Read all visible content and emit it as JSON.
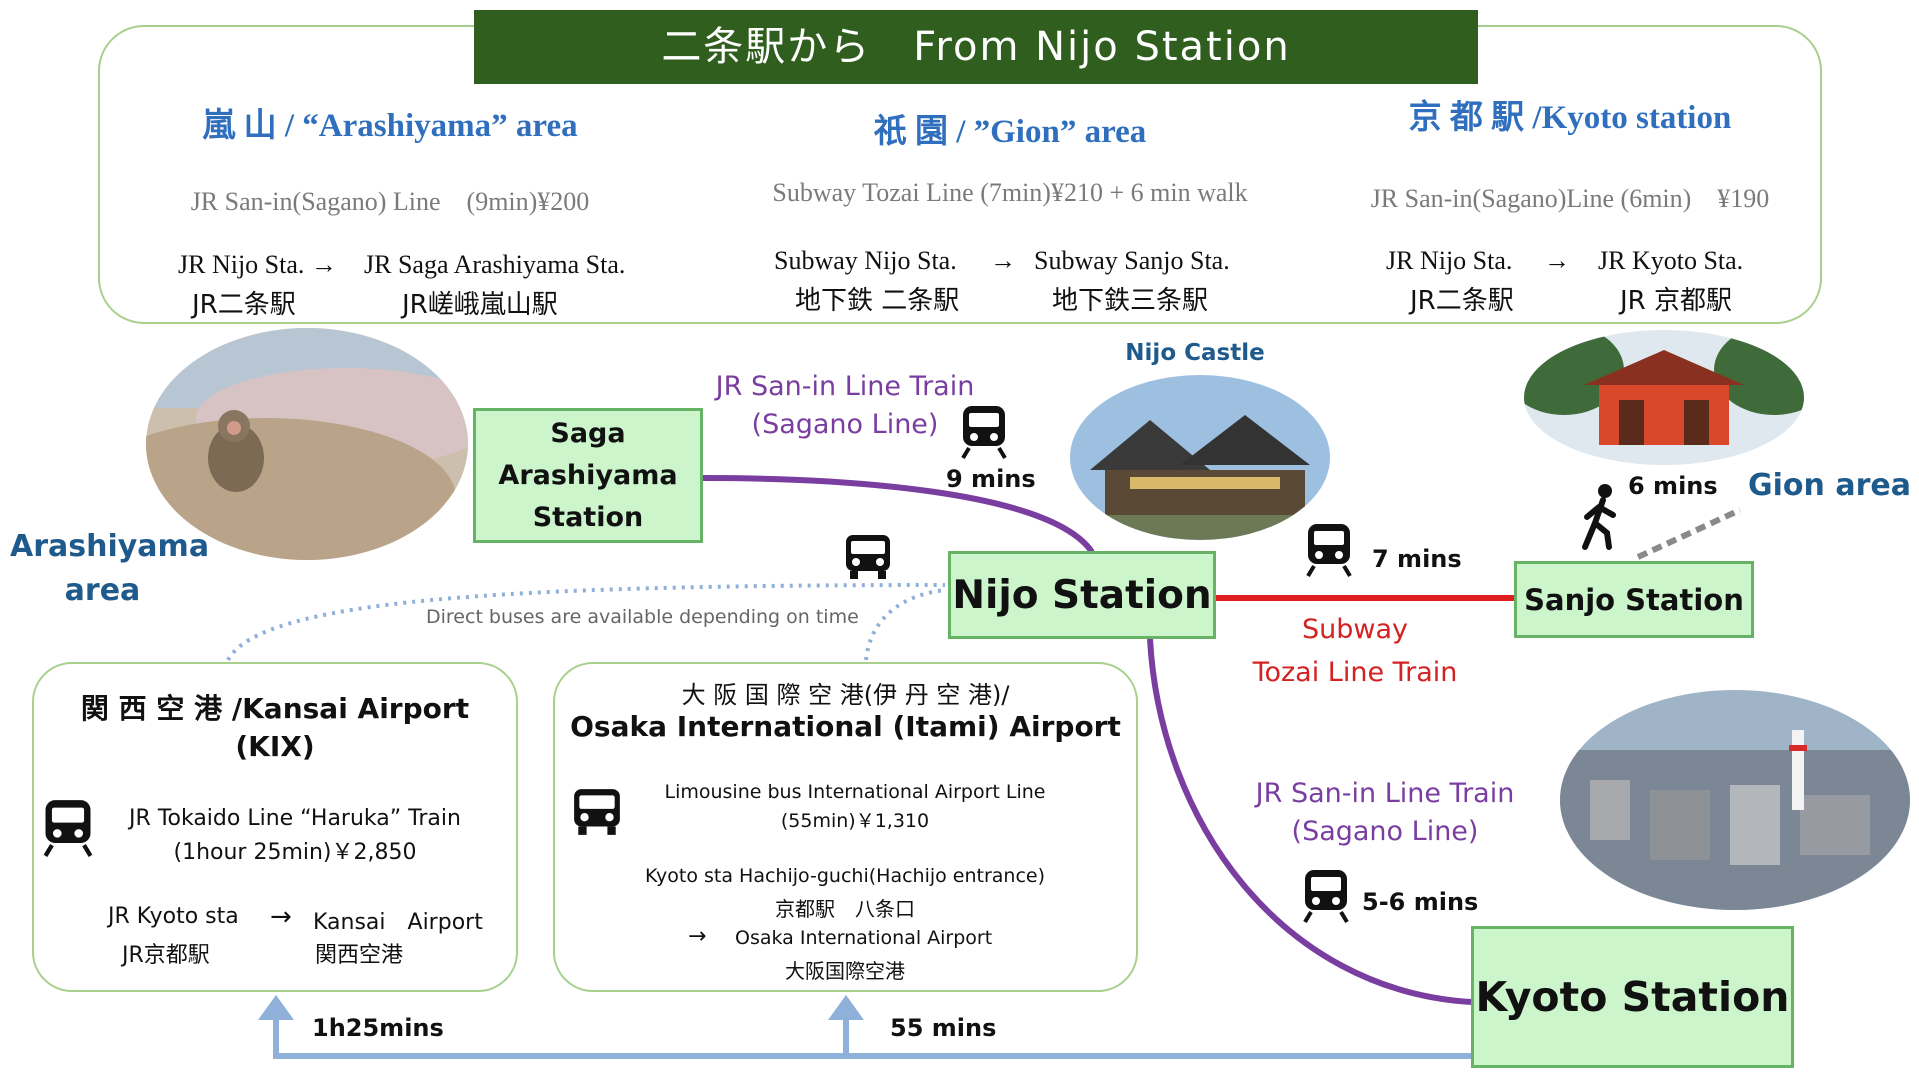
{
  "banner": {
    "title": "二条駅から　From Nijo Station"
  },
  "top": {
    "arashiyama": {
      "title": "嵐 山 / “Arashiyama” area",
      "line": "JR San-in(Sagano) Line　(9min)¥200",
      "from_en": "JR Nijo Sta. →",
      "to_en": "JR Saga Arashiyama Sta.",
      "from_ja": "JR二条駅",
      "to_ja": "JR嵯峨嵐山駅"
    },
    "gion": {
      "title": "祇 園 / ”Gion” area",
      "line": "Subway Tozai Line (7min)¥210 + 6 min walk",
      "from_en": "Subway Nijo Sta.",
      "arrow": "→",
      "to_en": "Subway Sanjo Sta.",
      "from_ja": "地下鉄 二条駅",
      "to_ja": "地下鉄三条駅"
    },
    "kyoto": {
      "title": "京 都 駅 /Kyoto station",
      "line": "JR San-in(Sagano)Line (6min)　¥190",
      "from_en": "JR Nijo Sta.",
      "arrow": "→",
      "to_en": "JR Kyoto Sta.",
      "from_ja": "JR二条駅",
      "to_ja": "JR 京都駅"
    }
  },
  "map": {
    "saga_station_lines": [
      "Saga",
      "Arashiyama",
      "Station"
    ],
    "nijo_station": "Nijo Station",
    "sanjo_station": "Sanjo Station",
    "kyoto_station": "Kyoto Station",
    "nijo_castle": "Nijo Castle",
    "arashiyama_area": [
      "Arashiyama",
      "area"
    ],
    "gion_area": "Gion area",
    "sanin_train_top": [
      "JR San-in Line Train",
      "(Sagano Line)"
    ],
    "sanin_train_bottom": [
      "JR San-in Line Train",
      "(Sagano Line)"
    ],
    "subway_label": [
      "Subway",
      "Tozai Line Train"
    ],
    "time_saga": "9 mins",
    "time_sanjo": "7 mins",
    "time_gion_walk": "6 mins",
    "time_kyoto": "5-6 mins",
    "direct_bus": "Direct buses are available depending on time",
    "time_kansai": "1h25mins",
    "time_itami": "55 mins"
  },
  "kansai": {
    "title_line1": "関 西 空 港 /Kansai Airport",
    "title_line2": "(KIX)",
    "train": "JR Tokaido Line “Haruka” Train",
    "fare": "(1hour 25min)￥2,850",
    "from_en": "JR Kyoto sta",
    "arrow": "→",
    "to_en": "Kansai　Airport",
    "from_ja": "JR京都駅",
    "to_ja": "関西空港"
  },
  "itami": {
    "title_line1": "大 阪 国 際 空 港(伊 丹 空 港)/",
    "title_line2": "Osaka International (Itami) Airport",
    "bus": "Limousine bus International Airport Line",
    "fare": "(55min)￥1,310",
    "from_en": "Kyoto sta Hachijo-guchi(Hachijo entrance)",
    "from_ja": "京都駅　八条口",
    "arrow": "→",
    "to_en": "Osaka International Airport",
    "to_ja": "大阪国際空港"
  },
  "colors": {
    "banner": "#2f5e1e",
    "jr_line": "#7a3ea0",
    "subway_line": "#e02020",
    "bus_route": "#8fb0d8",
    "station_fill": "#ccf5cc",
    "station_border": "#66b366",
    "title_blue": "#2f6fbe"
  },
  "icons": [
    "train-icon",
    "bus-icon",
    "walking-person-icon"
  ]
}
